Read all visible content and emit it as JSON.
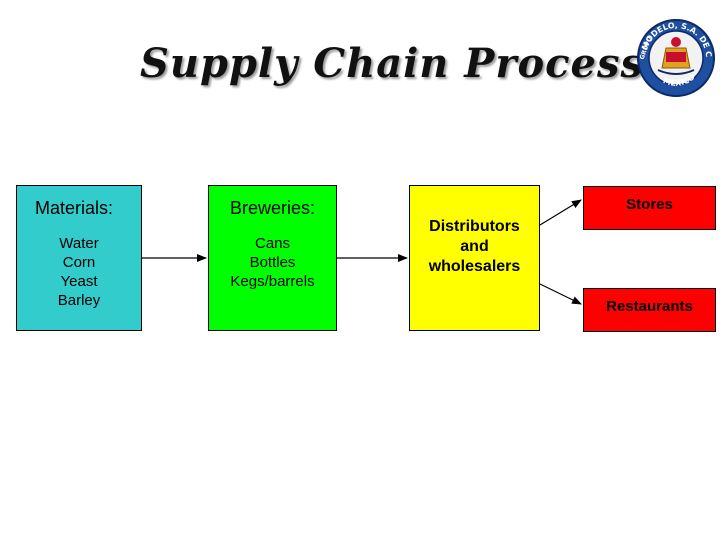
{
  "title": "Supply Chain Process",
  "logo": {
    "top_text": "MODELO, S.A. DE C.V.",
    "bottom_text": "MEXICO",
    "side_text": "GRUPO"
  },
  "nodes": {
    "materials": {
      "heading": "Materials:",
      "items": [
        "Water",
        "Corn",
        "Yeast",
        "Barley"
      ]
    },
    "breweries": {
      "heading_name": "Breweries",
      "heading_colon": ":",
      "items": [
        "Cans",
        "Bottles",
        "Kegs/barrels"
      ]
    },
    "distributors": {
      "lines": [
        "Distributors",
        "and",
        "wholesalers"
      ]
    },
    "stores": {
      "label": "Stores"
    },
    "restaurants": {
      "label": "Restaurants"
    }
  },
  "colors": {
    "materials": "#33cccc",
    "breweries": "#00ff00",
    "distributors": "#ffff00",
    "outlets": "#ff0000"
  }
}
